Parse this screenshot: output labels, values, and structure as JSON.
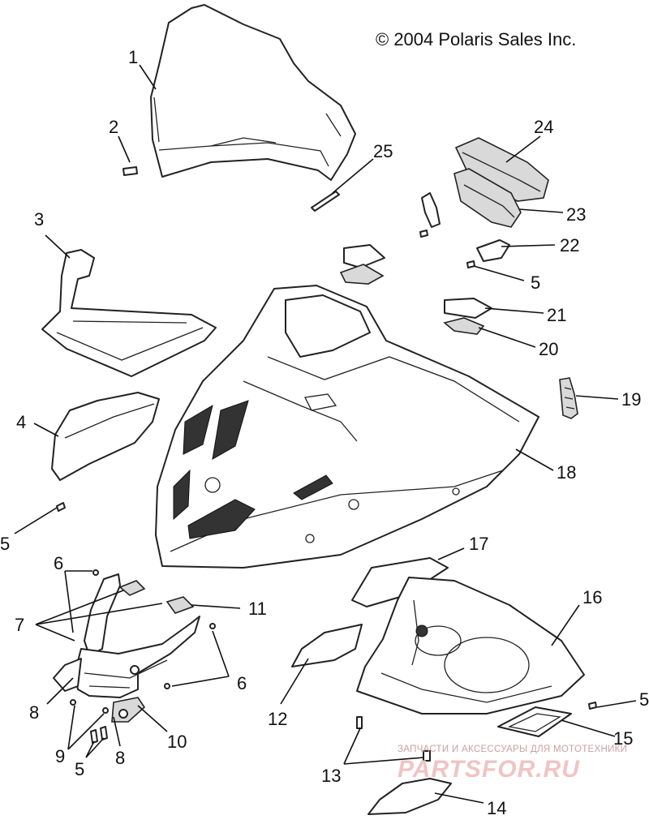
{
  "copyright": "© 2004 Polaris Sales Inc.",
  "watermark": {
    "line1": "ЗАПЧАСТИ И АКСЕССУАРЫ ДЛЯ МОТОТЕХНИКИ",
    "logo": "PARTSFOR.RU"
  },
  "callouts": {
    "c1": "1",
    "c2": "2",
    "c3": "3",
    "c4": "4",
    "c5a": "5",
    "c5b": "5",
    "c5c": "5",
    "c5d": "5",
    "c6a": "6",
    "c6b": "6",
    "c7": "7",
    "c8a": "8",
    "c8b": "8",
    "c9": "9",
    "c10": "10",
    "c11": "11",
    "c12": "12",
    "c13": "13",
    "c14": "14",
    "c15": "15",
    "c16": "16",
    "c17": "17",
    "c18": "18",
    "c19": "19",
    "c20": "20",
    "c21": "21",
    "c22": "22",
    "c23": "23",
    "c24": "24",
    "c25": "25"
  }
}
